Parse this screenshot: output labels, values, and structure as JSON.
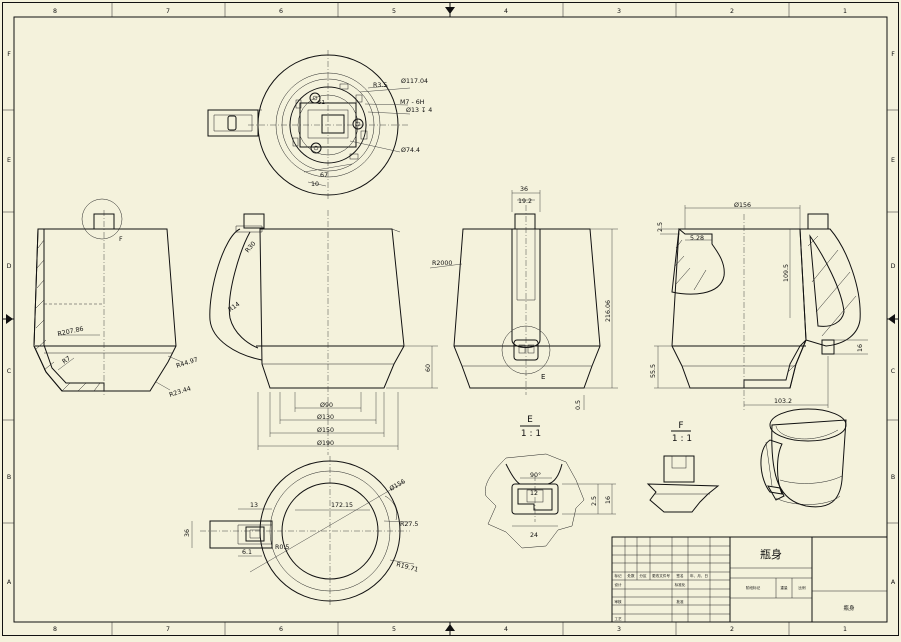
{
  "border": {
    "columns": [
      "8",
      "7",
      "6",
      "5",
      "4",
      "3",
      "2",
      "1"
    ],
    "rows": [
      "F",
      "E",
      "D",
      "C",
      "B",
      "A"
    ]
  },
  "dimensions": {
    "d1": "Ø117.04",
    "d2": "R3.5",
    "d3": "M7 - 6H",
    "d4": "Ø13 ↧ 4",
    "d5": "Ø74.4",
    "d6": "51",
    "d7": "67",
    "d8": "10",
    "d9": "R207.86",
    "d10": "R7",
    "d11": "R44.97",
    "d12": "R23.44",
    "d13": "R30",
    "d14": "R14",
    "d15": "60",
    "d16": "Ø90",
    "d17": "Ø130",
    "d18": "Ø150",
    "d19": "Ø190",
    "d20": "36",
    "d21": "19.2",
    "d22": "R2000",
    "d23": "216.06",
    "d24": "0.5",
    "d25": "Ø156",
    "d26": "2.5",
    "d27": "5.28",
    "d28": "109.5",
    "d29": "55.5",
    "d30": "16",
    "d31": "103.2",
    "d32": "Ø156",
    "d33": "13",
    "d34": "172.15",
    "d35": "R27.5",
    "d36": "36",
    "d37": "6.1",
    "d38": "R0.5",
    "d39": "R19.71",
    "d40": "90°",
    "d41": "12",
    "d42": "2.5",
    "d43": "16",
    "d44": "24"
  },
  "callouts": {
    "e": "E",
    "f": "F"
  },
  "details": {
    "e_letter": "E",
    "e_scale": "1 : 1",
    "f_letter": "F",
    "f_scale": "1 : 1"
  },
  "title_block": {
    "part_name": "瓶身",
    "part_name_small": "瓶身",
    "row1": [
      "标记",
      "处数",
      "分区",
      "更改文件号",
      "签名",
      "年、月、日"
    ],
    "material_label": "阶段标记",
    "weight_label": "重量",
    "scale_label": "比例",
    "design_label": "设计",
    "review_label": "审核",
    "process_label": "工艺",
    "std_label": "标准化",
    "approve_label": "批准"
  }
}
